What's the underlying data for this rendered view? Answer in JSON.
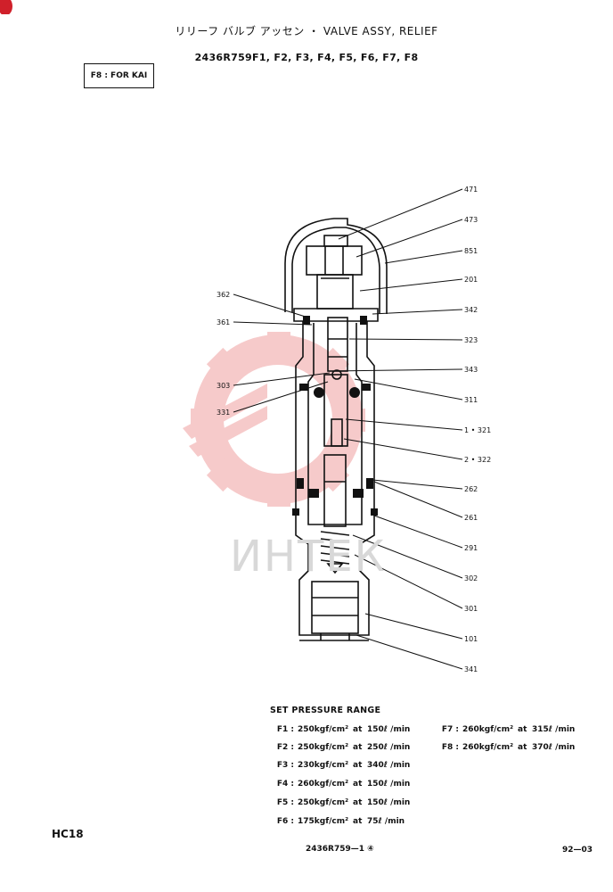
{
  "header": {
    "title": "リリーフ バルブ アッセン ・ VALVE ASSY, RELIEF",
    "models": "2436R759F1, F2, F3, F4, F5, F6, F7, F8",
    "note": "F8 : FOR KAI"
  },
  "watermark": "ИНТЕК",
  "callouts": [
    "471",
    "473",
    "851",
    "201",
    "342",
    "323",
    "343",
    "311",
    "1 • 321",
    "2 • 322",
    "262",
    "261",
    "291",
    "302",
    "301",
    "101",
    "341",
    "362",
    "361",
    "303",
    "331"
  ],
  "pressure": {
    "title": "SET PRESSURE RANGE",
    "items": [
      {
        "code": "F1 :",
        "pressure": "250kgf/cm²",
        "at": "at",
        "flow": "150ℓ /min"
      },
      {
        "code": "F2 :",
        "pressure": "250kgf/cm²",
        "at": "at",
        "flow": "250ℓ /min"
      },
      {
        "code": "F3 :",
        "pressure": "230kgf/cm²",
        "at": "at",
        "flow": "340ℓ /min"
      },
      {
        "code": "F4 :",
        "pressure": "260kgf/cm²",
        "at": "at",
        "flow": "150ℓ /min"
      },
      {
        "code": "F5 :",
        "pressure": "250kgf/cm²",
        "at": "at",
        "flow": "150ℓ /min"
      },
      {
        "code": "F6 :",
        "pressure": "175kgf/cm²",
        "at": "at",
        "flow": "75ℓ /min"
      },
      {
        "code": "F7 :",
        "pressure": "260kgf/cm²",
        "at": "at",
        "flow": "315ℓ /min"
      },
      {
        "code": "F8 :",
        "pressure": "260kgf/cm²",
        "at": "at",
        "flow": "370ℓ /min"
      }
    ]
  },
  "footer": {
    "model": "HC18",
    "code": "2436R759—1 ④",
    "page": "92—03"
  },
  "colors": {
    "ink": "#111111",
    "watermark_red": "#f3b7b7"
  }
}
